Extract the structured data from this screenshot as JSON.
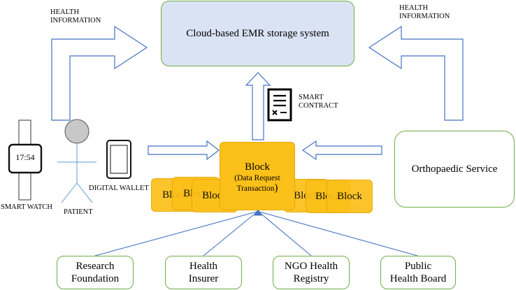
{
  "labels": {
    "health_info_left_1": "HEALTH",
    "health_info_left_2": "INFORMATION",
    "health_info_right_1": "HEALTH",
    "health_info_right_2": "INFORMATION",
    "cloud": "Cloud-based EMR storage system",
    "smart_contract_1": "SMART",
    "smart_contract_2": "CONTRACT",
    "watch_time": "17:54",
    "smart_watch": "SMART WATCH",
    "patient": "PATIENT",
    "digital_wallet": "DIGITAL WALLET",
    "main_block_title": "Block",
    "main_block_sub1": "(Data Request",
    "main_block_sub2": "Transaction",
    "main_block_paren": ")",
    "block_left_1": "Block",
    "block_left_2": "Block",
    "block_left_3": "Block",
    "block_right_1": "Block",
    "block_right_2": "Block",
    "block_right_3": "Block",
    "ortho": "Orthopaedic Service",
    "research_1": "Research",
    "research_2": "Foundation",
    "insurer_1": "Health",
    "insurer_2": "Insurer",
    "ngo_1": "NGO Health",
    "ngo_2": "Registry",
    "public_1": "Public",
    "public_2": "Health Board"
  },
  "colors": {
    "cloud_fill": "#dae3f3",
    "cloud_border": "#70ad47",
    "arrow_stroke": "#4472c4",
    "block_fill": "#fcc01a",
    "green_border": "#70ad47",
    "person_head": "#c8c8c8"
  }
}
